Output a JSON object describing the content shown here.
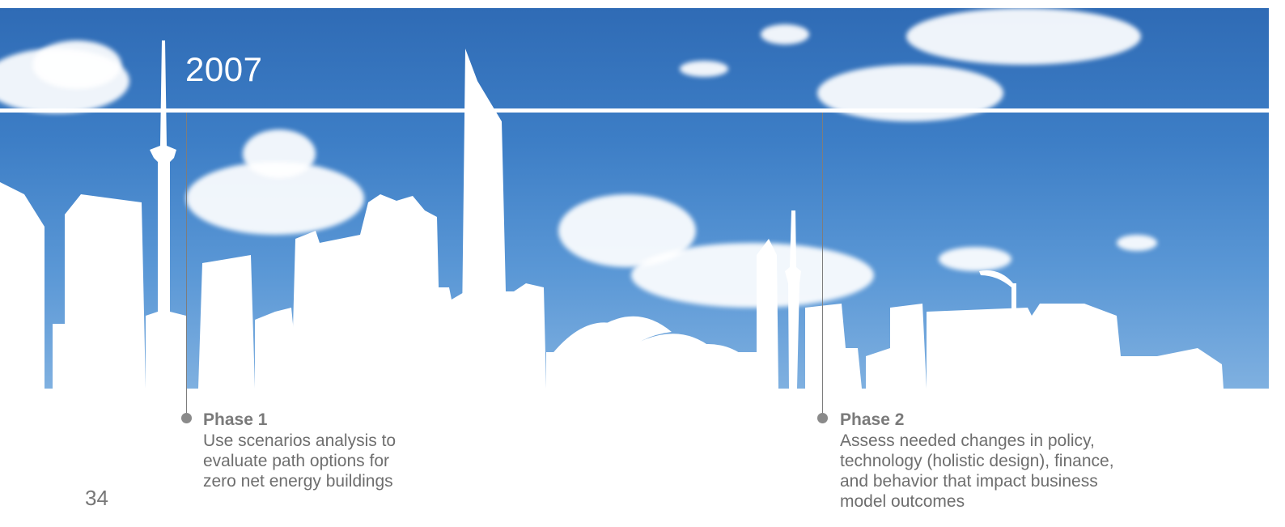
{
  "header": {
    "year": "2007"
  },
  "phases": [
    {
      "title": "Phase 1",
      "description_lines": [
        "Use scenarios analysis to",
        "evaluate path options for",
        "zero net energy buildings"
      ]
    },
    {
      "title": "Phase 2",
      "description_lines": [
        "Assess needed changes in policy,",
        "technology (holistic design), finance,",
        "and behavior that impact business",
        "model outcomes"
      ]
    }
  ],
  "page": {
    "number": "34"
  },
  "colors": {
    "sky_top": "#2f6bb5",
    "sky_bottom": "#7fb0e0",
    "timeline": "#ffffff",
    "marker": "#8a8a8a",
    "text": "#6e6e6e"
  }
}
